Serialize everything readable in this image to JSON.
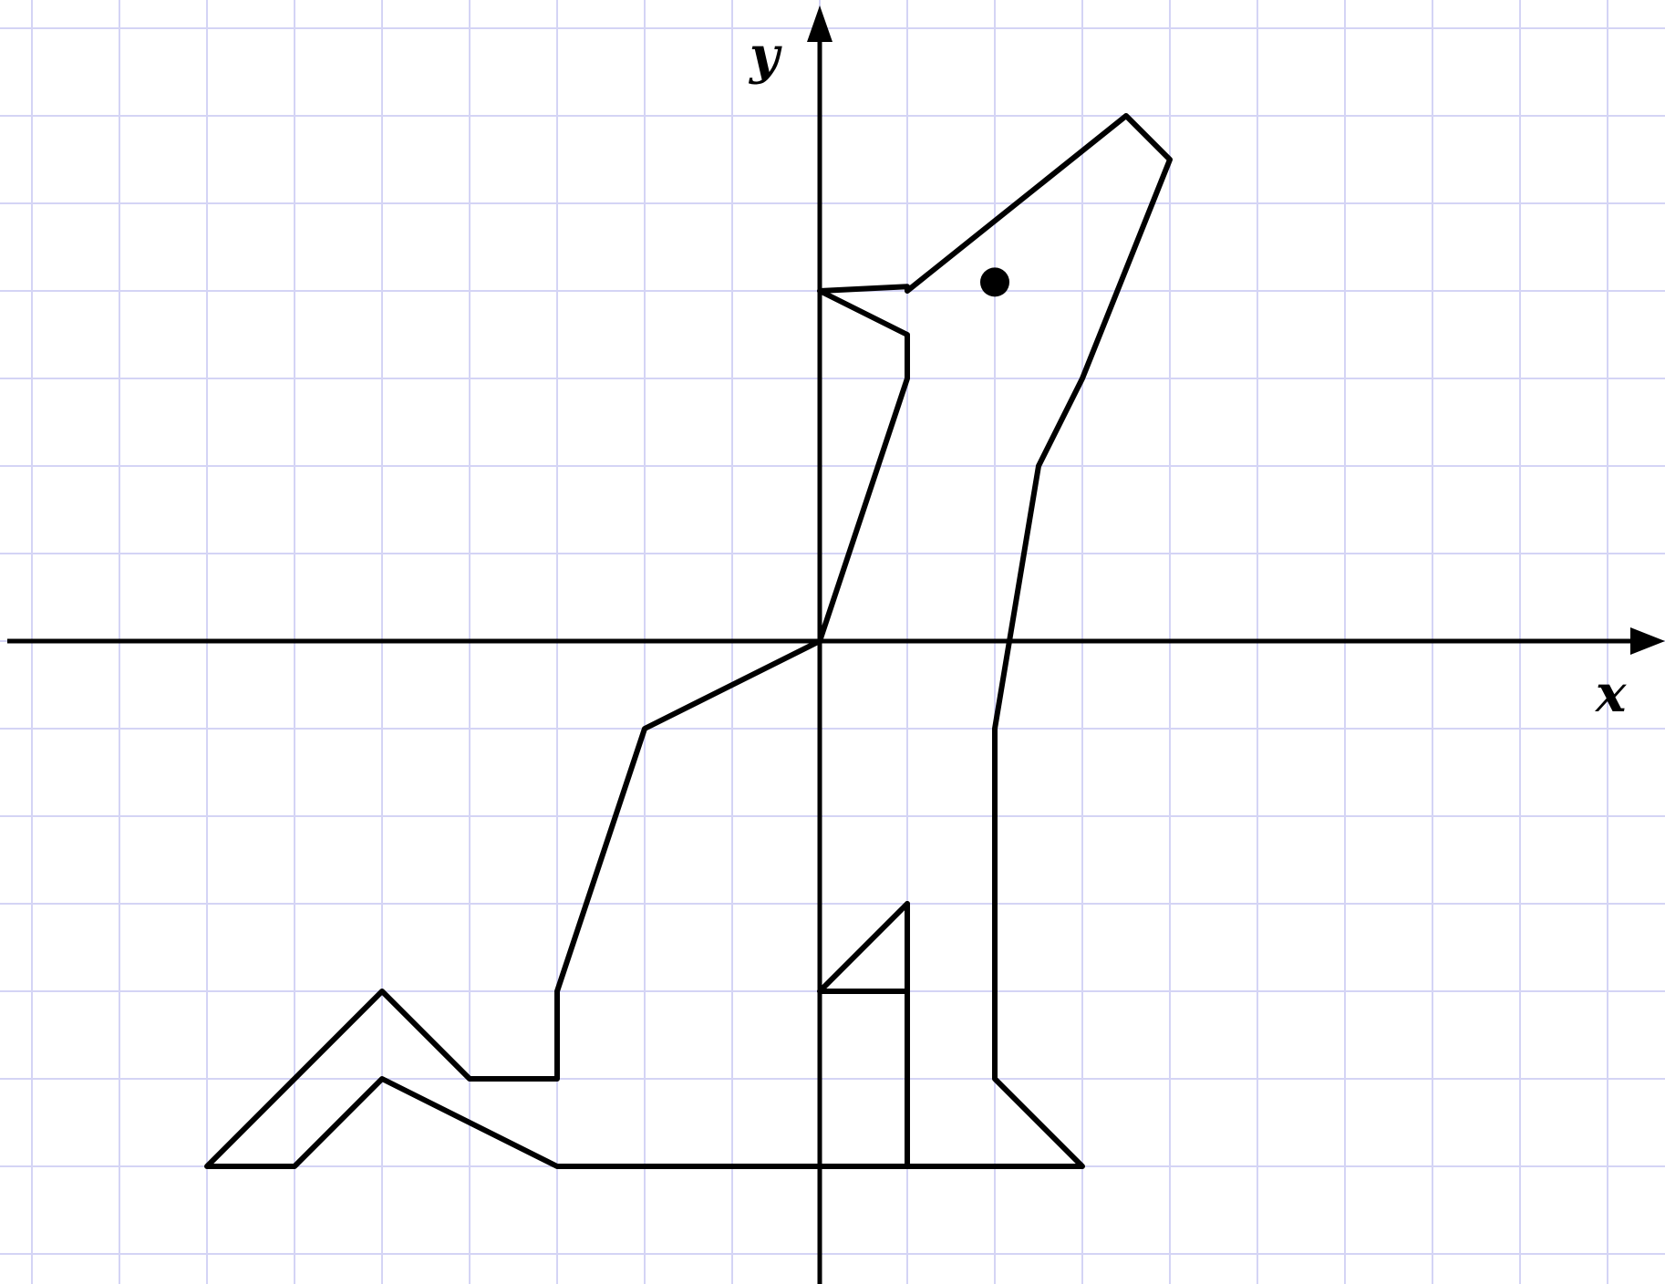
{
  "axes": {
    "x_label": "x",
    "y_label": "y"
  },
  "colors": {
    "grid": "#d4d4f5",
    "ink": "#000000",
    "background": "#ffffff"
  },
  "grid": {
    "x_range": [
      -9,
      9
    ],
    "y_range": [
      -7,
      7
    ],
    "step": 1
  },
  "figure": {
    "body_outline": [
      [
        0,
        0
      ],
      [
        -2,
        -1
      ],
      [
        -3,
        -4
      ],
      [
        -3,
        -5
      ],
      [
        -4,
        -5
      ],
      [
        -5,
        -4
      ],
      [
        -7,
        -6
      ],
      [
        -6,
        -6
      ],
      [
        -5,
        -5
      ],
      [
        -3,
        -6
      ],
      [
        1,
        -6
      ],
      [
        3,
        -6
      ],
      [
        2,
        -5
      ],
      [
        2,
        -1
      ],
      [
        2.5,
        2
      ],
      [
        3,
        3
      ],
      [
        4,
        5.5
      ],
      [
        3.5,
        6
      ],
      [
        1,
        4
      ],
      [
        1,
        4.05
      ],
      [
        0,
        4
      ],
      [
        0,
        4
      ],
      [
        1,
        3.5
      ],
      [
        1,
        3
      ],
      [
        0,
        0
      ]
    ],
    "leg_line": [
      [
        1,
        -6
      ],
      [
        1,
        -3
      ]
    ],
    "paw": [
      [
        1,
        -3
      ],
      [
        0,
        -4
      ],
      [
        1,
        -4
      ]
    ],
    "eye": [
      2,
      4.1
    ]
  }
}
